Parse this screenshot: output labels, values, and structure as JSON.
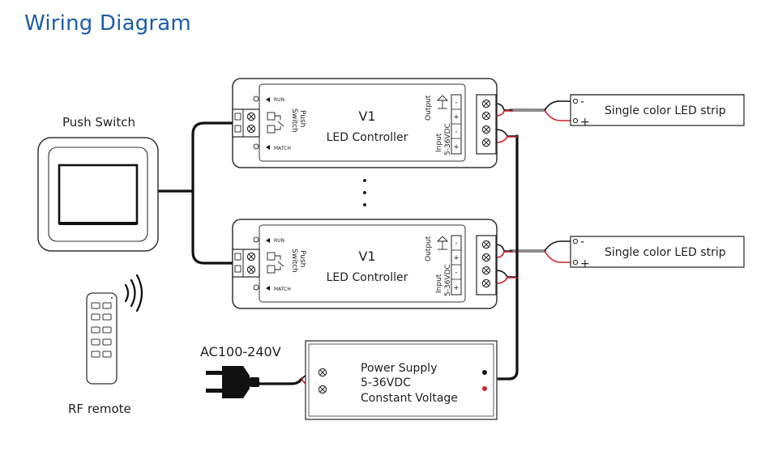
{
  "title": "Wiring Diagram",
  "push_switch": {
    "label": "Push Switch"
  },
  "rf_remote": {
    "label": "RF remote"
  },
  "ac_input": {
    "label": "AC100-240V"
  },
  "controllers": [
    {
      "model": "V1",
      "name": "LED Controller",
      "run": "RUN",
      "match": "MATCH",
      "push_switch_l1": "Push",
      "push_switch_l2": "Switch",
      "output": "Output",
      "input_l1": "Input",
      "input_l2": "5-36VDC"
    },
    {
      "model": "V1",
      "name": "LED Controller",
      "run": "RUN",
      "match": "MATCH",
      "push_switch_l1": "Push",
      "push_switch_l2": "Switch",
      "output": "Output",
      "input_l1": "Input",
      "input_l2": "5-36VDC"
    }
  ],
  "led_strips": [
    {
      "label": "Single color LED strip",
      "neg": "-",
      "pos": "+"
    },
    {
      "label": "Single color LED strip",
      "neg": "-",
      "pos": "+"
    }
  ],
  "power_supply": {
    "line1": "Power Supply",
    "line2": "5-36VDC",
    "line3": "Constant Voltage"
  },
  "colors": {
    "title": "#1c5ea8",
    "positive_wire": "#d0202a",
    "negative_wire": "#111111",
    "output_cable": "#8c8c8c",
    "outline": "#333333"
  },
  "icons": [
    "screw-terminal-icon",
    "remote-control-icon",
    "radio-waves-icon",
    "ac-plug-icon",
    "potentiometer-icon"
  ]
}
